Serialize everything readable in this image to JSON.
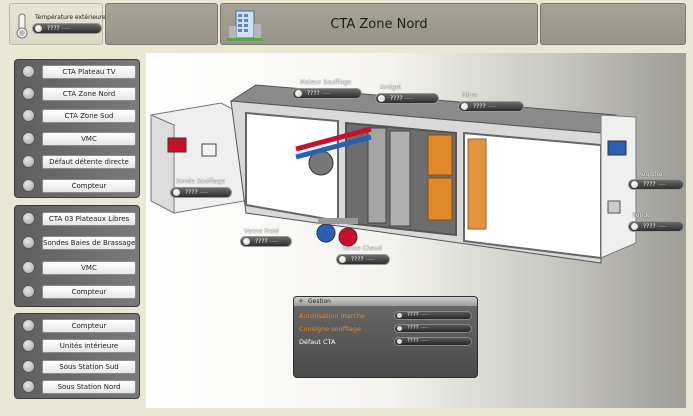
{
  "header": {
    "ext_temp_label": "Température extérieure",
    "ext_temp_value": "???? ",
    "title": "CTA Zone Nord"
  },
  "groups": [
    {
      "items": [
        "CTA Plateau TV",
        "CTA Zone Nord",
        "CTA Zone Sud",
        "VMC",
        "Défaut détente directe",
        "Compteur"
      ]
    },
    {
      "items": [
        "CTA 03 Plateaux Libres",
        "Sondes Baies de Brassage",
        "VMC",
        "Compteur"
      ]
    },
    {
      "items": [
        "Compteur",
        "Unités intérieure",
        "Sous Station Sud",
        "Sous Station Nord"
      ]
    }
  ],
  "scene": {
    "moteur_label": "Moteur Soufflage",
    "moteur_value": "???? ",
    "antigel_label": "Antigel",
    "antigel_value": "???? ",
    "filtre_label": "Filtre",
    "filtre_value": "???? ",
    "sonde_label": "Sonde Soufflage",
    "sonde_value": "???? ",
    "registre_label": "Registre",
    "registre_value": "???? ",
    "sonde2_label": "Sonde",
    "sonde2_value": "???? ",
    "vanne_froid_label": "Vanne Froid",
    "vanne_froid_value": "???? ",
    "vanne_chaud_label": "Vanne Chaud",
    "vanne_chaud_value": "???? "
  },
  "gestion": {
    "title": "Gestion",
    "rows": [
      {
        "label": "Autorisation marche",
        "value": "???? ",
        "color": "#e0892b"
      },
      {
        "label": "Consigne soufflage",
        "value": "???? ",
        "color": "#e0892b"
      },
      {
        "label": "Défaut CTA",
        "value": "???? ",
        "color": "#ffffff"
      }
    ]
  },
  "colors": {
    "accent_orange": "#e0892b",
    "frame": "#7d7d7d",
    "pipe_red": "#c8102e",
    "pipe_blue": "#2b5fb3"
  }
}
